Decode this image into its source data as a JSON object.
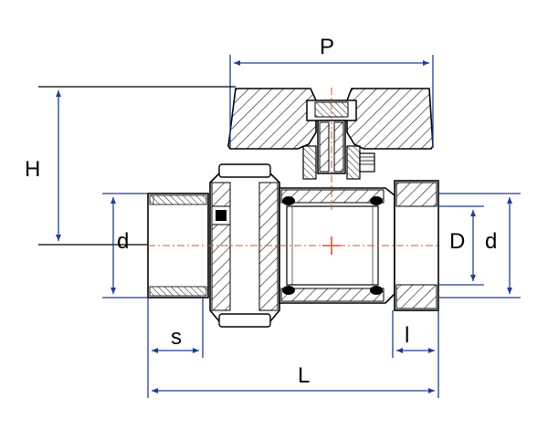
{
  "diagram": {
    "labels": {
      "P": "P",
      "H": "H",
      "d_left": "d",
      "D": "D",
      "d_right": "d",
      "s": "s",
      "l": "l",
      "L": "L"
    },
    "colors": {
      "outline": "#000000",
      "dimension": "#1f3f8f",
      "centerline": "#e0502a",
      "body_fill": "#ffffff",
      "hatch": "#000000",
      "handle_fill": "#cfcfcf"
    }
  }
}
